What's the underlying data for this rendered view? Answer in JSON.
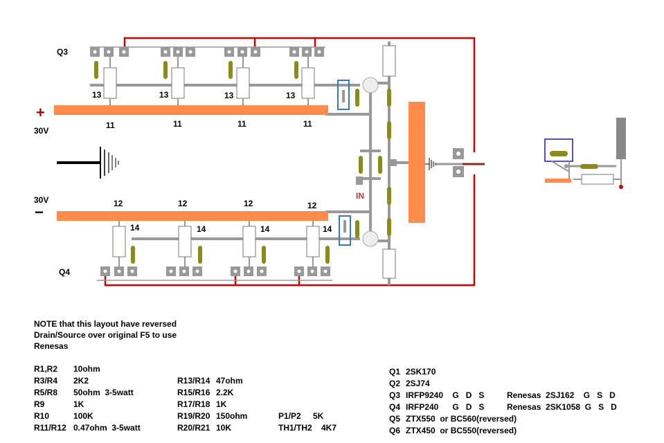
{
  "labels": {
    "q3": "Q3",
    "q4": "Q4",
    "plus": "+",
    "minus": "−",
    "v_top": "30V",
    "v_bottom": "30V",
    "in": "IN",
    "r13": "13",
    "r11": "11",
    "r12": "12",
    "r14": "14"
  },
  "note": {
    "line1": "NOTE that this layout have reversed",
    "line2": "Drain/Source over original F5 to use",
    "line3": "Renesas"
  },
  "parts_col1": [
    {
      "ref": "R1,R2",
      "val": "10ohm"
    },
    {
      "ref": "R3/R4",
      "val": "2K2"
    },
    {
      "ref": "R5/R8",
      "val": "50ohm  3-5watt"
    },
    {
      "ref": "R9",
      "val": "1K"
    },
    {
      "ref": "R10",
      "val": "100K"
    },
    {
      "ref": "R11/R12",
      "val": "0.47ohm  3-5watt"
    }
  ],
  "parts_col2": [
    {
      "ref": "R13/R14",
      "val": "47ohm"
    },
    {
      "ref": "R15/R16",
      "val": "2.2K"
    },
    {
      "ref": "R17/R18",
      "val": "1K"
    },
    {
      "ref": "R19/R20",
      "val": "150ohm"
    },
    {
      "ref": "R20/R21",
      "val": "10K"
    }
  ],
  "parts_col3": [
    {
      "ref": "P1/P2",
      "val": "5K"
    },
    {
      "ref": "TH1/TH2",
      "val": "4K7"
    }
  ],
  "transistors": [
    {
      "ref": "Q1",
      "val": "2SK170",
      "alt": ""
    },
    {
      "ref": "Q2",
      "val": "2SJ74",
      "alt": ""
    },
    {
      "ref": "Q3",
      "val": "IRFP9240    G   D   S",
      "alt": "Renesas  2SJ162    G   S   D"
    },
    {
      "ref": "Q4",
      "val": "IRFP240      G   D   S",
      "alt": "Renesas  2SK1058  G   S   D"
    },
    {
      "ref": "Q5",
      "val": "ZTX550  or BC560(reversed)",
      "alt": ""
    },
    {
      "ref": "Q6",
      "val": "ZTX450  or BC550(reversed)",
      "alt": ""
    }
  ],
  "colors": {
    "trace": "#999999",
    "rail": "#ff8c4c",
    "wire": "#cc0000",
    "pad": "#9a9a9a",
    "cap": "#8b8b1a",
    "trimmer": "#3377cc"
  }
}
